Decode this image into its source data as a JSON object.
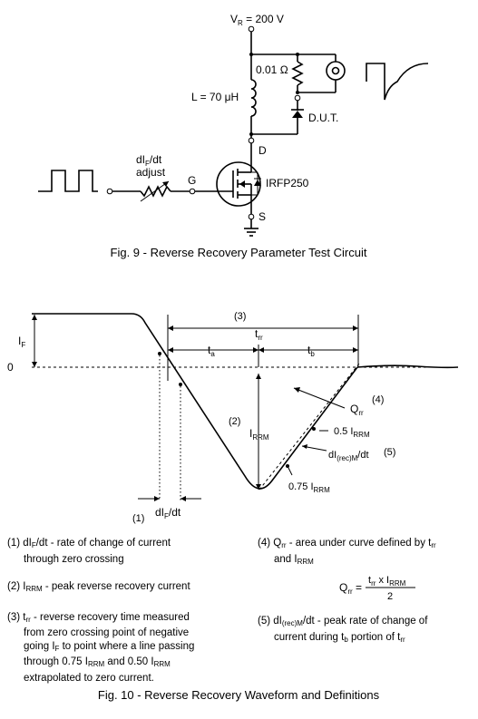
{
  "fig9": {
    "caption": "Fig. 9 - Reverse Recovery Parameter Test Circuit",
    "vr": "V",
    "vr_sub": "R",
    "vr_val": " = 200 V",
    "resistor": "0.01 Ω",
    "inductor": "L = 70 μH",
    "dut": "D.U.T.",
    "node_d": "D",
    "node_g": "G",
    "node_s": "S",
    "mosfet": "IRFP250",
    "adjust_line1_a": "dI",
    "adjust_line1_sub": "F",
    "adjust_line1_b": "/dt",
    "adjust_line2": "adjust"
  },
  "fig10": {
    "caption": "Fig. 10 - Reverse Recovery Waveform and Definitions",
    "label_if": "I",
    "label_if_sub": "F",
    "label_zero": "0",
    "n3": "(3)",
    "trr": "t",
    "trr_sub": "rr",
    "ta": "t",
    "ta_sub": "a",
    "tb": "t",
    "tb_sub": "b",
    "n4": "(4)",
    "qrr": "Q",
    "qrr_sub": "rr",
    "n2": "(2)",
    "irrm": "I",
    "irrm_sub": "RRM",
    "half": "0.5 I",
    "half_sub": "RRM",
    "didt_rec_a": "dI",
    "didt_rec_sub": "(rec)M",
    "didt_rec_b": "/dt",
    "n5": "(5)",
    "q75": "0.75 I",
    "q75_sub": "RRM",
    "n1": "(1)",
    "didt_a": "dI",
    "didt_sub": "F",
    "didt_b": "/dt"
  },
  "definitions": {
    "d1_a": "(1) dI",
    "d1_sub": "F",
    "d1_b": "/dt - rate of change of current",
    "d1_c": "through zero crossing",
    "d2_a": "(2) I",
    "d2_sub": "RRM",
    "d2_b": " - peak reverse recovery current",
    "d3_a": "(3) t",
    "d3_sub": "rr",
    "d3_b": " - reverse recovery time measured",
    "d3_c": "from zero crossing point of negative",
    "d3_d1": "going I",
    "d3_d_sub": "F",
    "d3_d2": " to point where a line passing",
    "d3_e1": "through 0.75 I",
    "d3_e_sub1": "RRM",
    "d3_e2": " and 0.50 I",
    "d3_e_sub2": "RRM",
    "d3_f": "extrapolated to zero current.",
    "d4_a": "(4) Q",
    "d4_sub": "rr",
    "d4_b": " - area under curve defined by t",
    "d4_sub2": "rr",
    "d4_c": "and I",
    "d4_c_sub": "RRM",
    "eq_lhs": "Q",
    "eq_lhs_sub": "rr",
    "eq_eq": " = ",
    "eq_num_a": "t",
    "eq_num_sub1": "rr",
    "eq_num_b": " x I",
    "eq_num_sub2": "RRM",
    "eq_den": "2",
    "d5_a": "(5) dI",
    "d5_sub": "(rec)M",
    "d5_b": "/dt - peak rate of change of",
    "d5_c": "current during t",
    "d5_c_sub": "b",
    "d5_d": " portion of t",
    "d5_d_sub": "rr"
  }
}
